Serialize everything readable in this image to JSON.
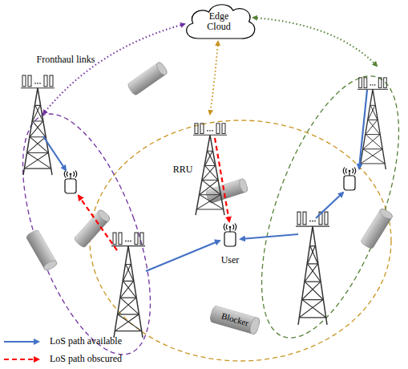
{
  "diagram": {
    "nodes": [
      {
        "text": [
          "Edge Cloud"
        ]
      },
      {
        "text": [
          "Blocker"
        ]
      }
    ],
    "labels": [
      "Fronthaul links",
      "RRU",
      "User"
    ],
    "legend": [
      {
        "text": "LoS path available"
      },
      {
        "text": "LoS path obscured"
      }
    ]
  }
}
